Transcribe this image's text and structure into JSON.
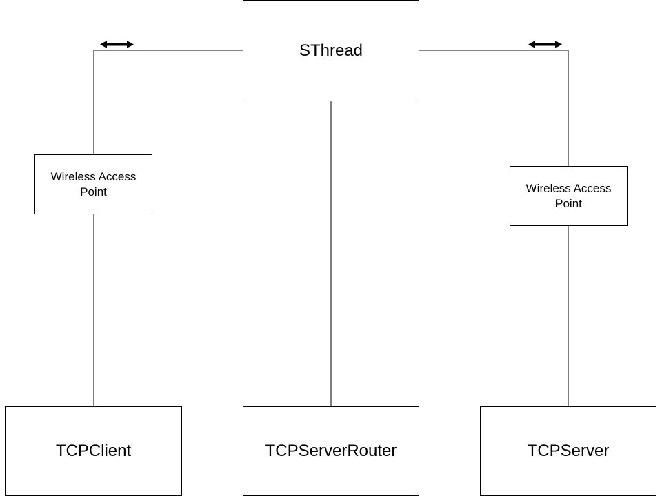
{
  "diagram": {
    "nodes": {
      "sthread": "SThread",
      "wap_left": "Wireless Access Point",
      "wap_right": "Wireless Access Point",
      "tcp_client": "TCPClient",
      "tcp_server_router": "TCPServerRouter",
      "tcp_server": "TCPServer"
    },
    "edges": [
      {
        "from": "sthread",
        "to": "wap_left",
        "bidirectional": true
      },
      {
        "from": "wap_left",
        "to": "tcp_client"
      },
      {
        "from": "sthread",
        "to": "tcp_server_router"
      },
      {
        "from": "sthread",
        "to": "wap_right",
        "bidirectional": true
      },
      {
        "from": "wap_right",
        "to": "tcp_server"
      }
    ],
    "colors": {
      "line": "#000000",
      "box_border": "#000000",
      "background": "#ffffff"
    }
  }
}
